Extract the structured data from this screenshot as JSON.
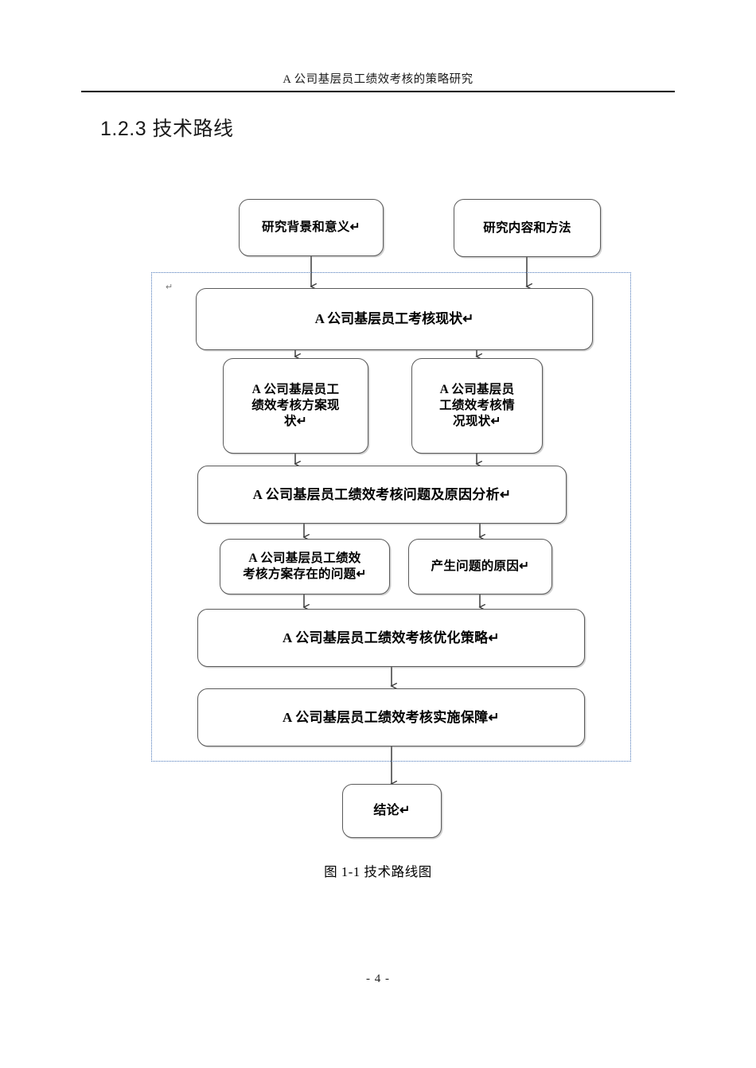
{
  "header": {
    "running_title": "A 公司基层员工绩效考核的策略研究"
  },
  "heading": {
    "number": "1.2.3",
    "text": "1.2.3 技术路线"
  },
  "figure": {
    "caption": "图  1-1 技术路线图",
    "container_border_color": "#4a76b8",
    "node_border_color": "#5a5a5a",
    "pilcrow": "↵",
    "nodes": [
      {
        "id": "research-background",
        "label": "研究背景和意义↵"
      },
      {
        "id": "research-content-method",
        "label": "研究内容和方法"
      },
      {
        "id": "appraisal-status",
        "label": "A 公司基层员工考核现状↵"
      },
      {
        "id": "scheme-status",
        "label": "A 公司基层员工\n绩效考核方案现\n状↵"
      },
      {
        "id": "situation-status",
        "label": "A 公司基层员\n工绩效考核情\n况现状↵"
      },
      {
        "id": "problem-cause-analysis",
        "label": "A 公司基层员工绩效考核问题及原因分析↵"
      },
      {
        "id": "scheme-problems",
        "label": "A 公司基层员工绩效\n考核方案存在的问题↵"
      },
      {
        "id": "problem-causes",
        "label": "产生问题的原因↵"
      },
      {
        "id": "optimization-strategy",
        "label": "A 公司基层员工绩效考核优化策略↵"
      },
      {
        "id": "implementation-guarantee",
        "label": "A 公司基层员工绩效考核实施保障↵"
      },
      {
        "id": "conclusion",
        "label": "结论↵"
      }
    ]
  },
  "footer": {
    "page_number": "- 4 -"
  }
}
